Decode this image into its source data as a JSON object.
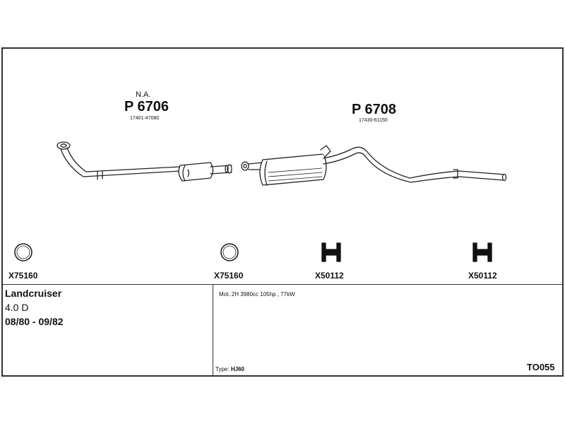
{
  "parts": {
    "front": {
      "note": "N.A.",
      "number": "P 6706",
      "oem": "17401-47080"
    },
    "rear": {
      "number": "P 6708",
      "oem": "17430-61150"
    }
  },
  "fittings": [
    {
      "code": "X75160",
      "icon": "ring-gasket-icon"
    },
    {
      "code": "X75160",
      "icon": "ring-gasket-icon"
    },
    {
      "code": "X50112",
      "icon": "rubber-hanger-icon"
    },
    {
      "code": "X50112",
      "icon": "rubber-hanger-icon"
    }
  ],
  "vehicle": {
    "model": "Landcruiser",
    "engine": "4.0 D",
    "years": "08/80 - 09/82",
    "motor": "Mot. 2H 3980cc 105hp , 77kW",
    "type_label": "Type:",
    "type_value": "HJ60",
    "reference": "TO055"
  }
}
